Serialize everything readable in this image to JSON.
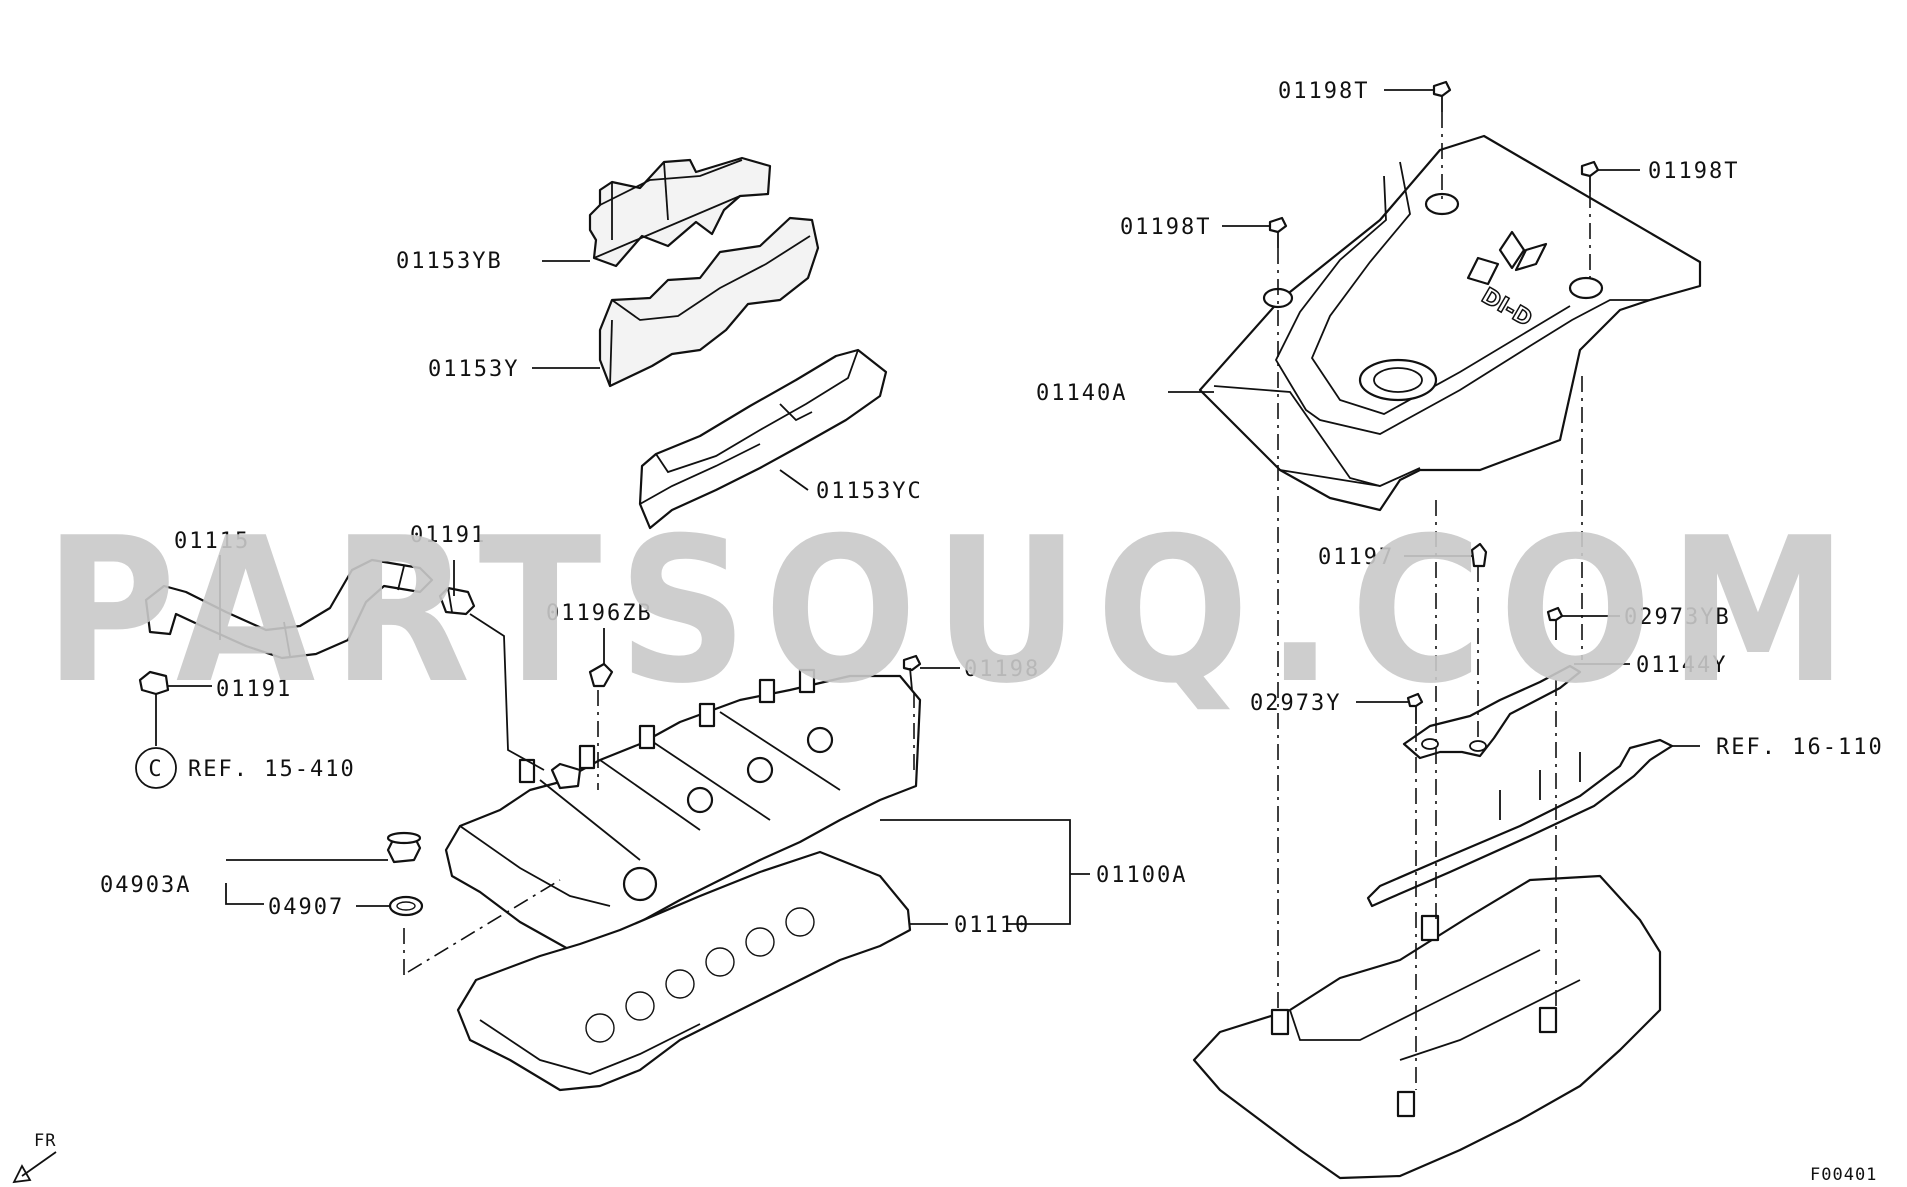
{
  "watermark": "PARTSOUQ.COM",
  "figure_code": "F00401",
  "direction_label": "FR",
  "ref_circle_letter": "C",
  "labels": {
    "p01153YB": "01153YB",
    "p01153Y": "01153Y",
    "p01153YC": "01153YC",
    "p01115": "01115",
    "p01191_top": "01191",
    "p01191_left": "01191",
    "ref_15_410": "REF. 15-410",
    "p01196ZB": "01196ZB",
    "p01198": "01198",
    "p04903A": "04903A",
    "p04907": "04907",
    "p01100A": "01100A",
    "p01110": "01110",
    "p01198T_top": "01198T",
    "p01198T_left": "01198T",
    "p01198T_right": "01198T",
    "p01140A": "01140A",
    "p01197": "01197",
    "p02973YB": "02973YB",
    "p01144Y": "01144Y",
    "p02973Y": "02973Y",
    "ref_16_110": "REF. 16-110"
  },
  "cover_logo_text": "DI-D"
}
